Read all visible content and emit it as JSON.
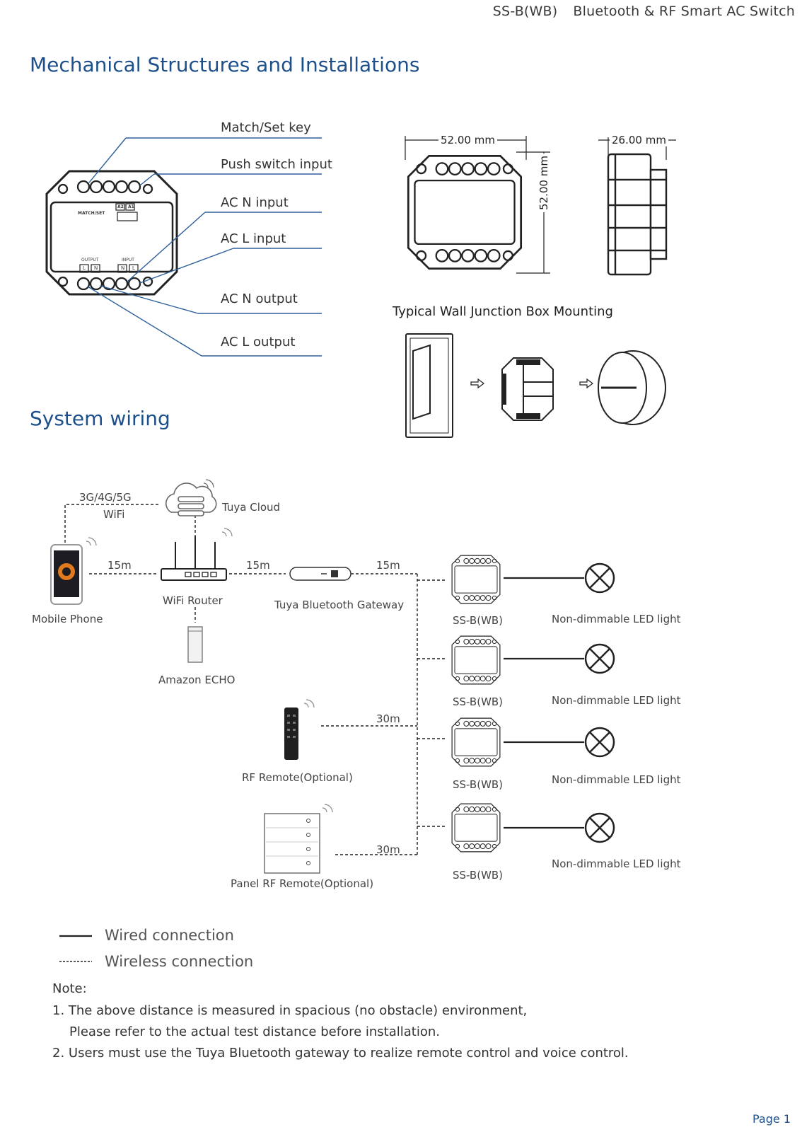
{
  "header": {
    "model": "SS-B(WB)",
    "title": "Bluetooth & RF Smart AC Switch"
  },
  "section1": {
    "title": "Mechanical Structures and Installations",
    "labels": [
      "Match/Set key",
      "Push switch input",
      "AC N input",
      "AC L input",
      "AC N output",
      "AC L output"
    ],
    "device_text": {
      "match": "MATCH/SET",
      "output": "OUTPUT",
      "input": "INPUT",
      "l": "L",
      "n": "N",
      "a2": "A2",
      "a1": "A1"
    },
    "dim_width": "52.00 mm",
    "dim_height": "52.00 mm",
    "dim_depth": "26.00 mm",
    "mounting_title": "Typical Wall Junction Box Mounting"
  },
  "section2": {
    "title": "System wiring",
    "net": "3G/4G/5G",
    "wifi": "WiFi",
    "cloud": "Tuya Cloud",
    "phone": "Mobile Phone",
    "router": "WiFi Router",
    "echo": "Amazon ECHO",
    "gateway": "Tuya Bluetooth Gateway",
    "dist_phone": "15m",
    "dist_router": "15m",
    "dist_gateway": "15m",
    "rf_remote": "RF Remote(Optional)",
    "panel_remote": "Panel RF Remote(Optional)",
    "dist_rf": "30m",
    "dist_panel": "30m",
    "device_label": "SS-B(WB)",
    "light_label": "Non-dimmable LED light"
  },
  "legend": {
    "wired": "Wired connection",
    "wireless": "Wireless connection"
  },
  "notes": {
    "title": "Note:",
    "n1a": "1. The above distance is measured in spacious (no obstacle) environment,",
    "n1b": "Please refer to the actual test distance before installation.",
    "n2": "2.  Users must use the Tuya Bluetooth gateway to realize remote control and voice control."
  },
  "footer": {
    "page": "Page 1"
  },
  "colors": {
    "heading": "#1d4f8a",
    "leader": "#2d5f9a",
    "line": "#222222"
  }
}
